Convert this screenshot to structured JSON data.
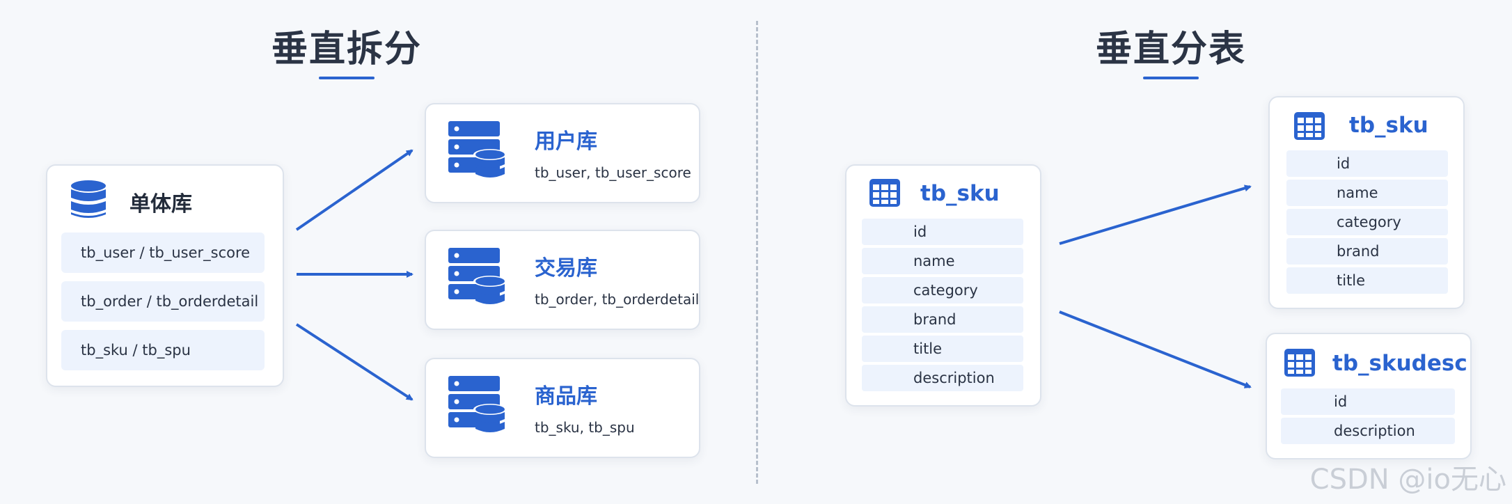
{
  "left": {
    "title": "垂直拆分",
    "monolith": {
      "label": "单体库",
      "rows": [
        "tb_user / tb_user_score",
        "tb_order / tb_orderdetail",
        "tb_sku / tb_spu"
      ]
    },
    "databases": [
      {
        "label": "用户库",
        "tables": "tb_user, tb_user_score"
      },
      {
        "label": "交易库",
        "tables": "tb_order, tb_orderdetail"
      },
      {
        "label": "商品库",
        "tables": "tb_sku, tb_spu"
      }
    ]
  },
  "right": {
    "title": "垂直分表",
    "source": {
      "name": "tb_sku",
      "fields": [
        "id",
        "name",
        "category",
        "brand",
        "title",
        "description"
      ]
    },
    "targets": [
      {
        "name": "tb_sku",
        "fields": [
          "id",
          "name",
          "category",
          "brand",
          "title"
        ]
      },
      {
        "name": "tb_skudesc",
        "fields": [
          "id",
          "description"
        ]
      }
    ]
  },
  "watermark": "CSDN @io无心",
  "colors": {
    "accent": "#2a63cf",
    "background": "#f6f8fb",
    "row_fill": "#edf3fd"
  }
}
